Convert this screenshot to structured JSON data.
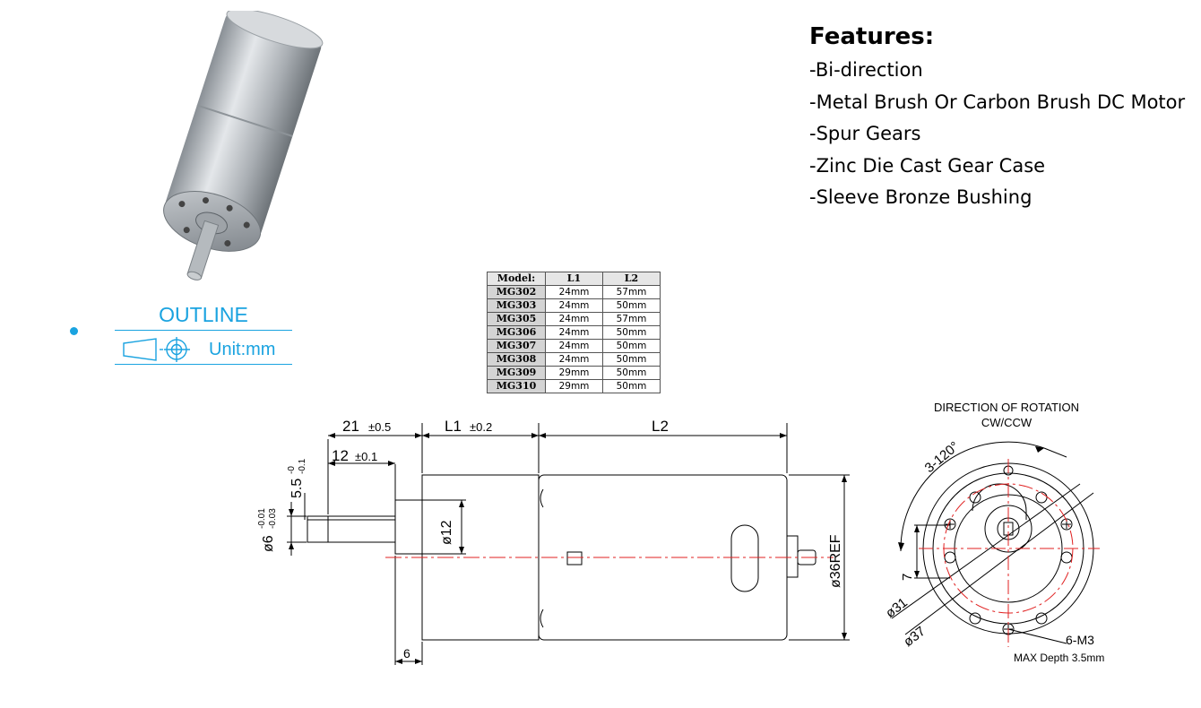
{
  "features": {
    "title": "Features:",
    "items": [
      "-Bi-direction",
      "-Metal Brush Or Carbon Brush DC Motor",
      "-Spur Gears",
      "-Zinc Die Cast Gear Case",
      "-Sleeve Bronze Bushing"
    ]
  },
  "outline": {
    "title": "OUTLINE",
    "unit": "Unit:mm",
    "accent_color": "#1aa3e0"
  },
  "table": {
    "headers": [
      "Model:",
      "L1",
      "L2"
    ],
    "rows": [
      [
        "MG302",
        "24mm",
        "57mm"
      ],
      [
        "MG303",
        "24mm",
        "50mm"
      ],
      [
        "MG305",
        "24mm",
        "57mm"
      ],
      [
        "MG306",
        "24mm",
        "50mm"
      ],
      [
        "MG307",
        "24mm",
        "50mm"
      ],
      [
        "MG308",
        "24mm",
        "50mm"
      ],
      [
        "MG309",
        "29mm",
        "50mm"
      ],
      [
        "MG310",
        "29mm",
        "50mm"
      ]
    ]
  },
  "side_view": {
    "dim_21": "21",
    "tol_21": "±0.5",
    "dim_l1": "L1",
    "tol_l1": "±0.2",
    "dim_l2": "L2",
    "dim_12": "12",
    "tol_12": "±0.1",
    "dim_55": "5.5",
    "tol_55_top": "-0",
    "tol_55_bottom": "-0.1",
    "dim_6": "ø6",
    "tol_6_top": "-0.01",
    "tol_6_bottom": "-0.03",
    "dia_12": "ø12",
    "dia_36": "ø36REF",
    "dim_6b": "6"
  },
  "end_view": {
    "title": "DIRECTION OF ROTATION",
    "subtitle": "CW/CCW",
    "angle": "3-120°",
    "dim_7": "7",
    "dia_31": "ø31",
    "dia_37": "ø37",
    "holes": "6-M3",
    "depth": "MAX Depth 3.5mm"
  },
  "colors": {
    "centerline": "#e02020",
    "line": "#000000"
  }
}
